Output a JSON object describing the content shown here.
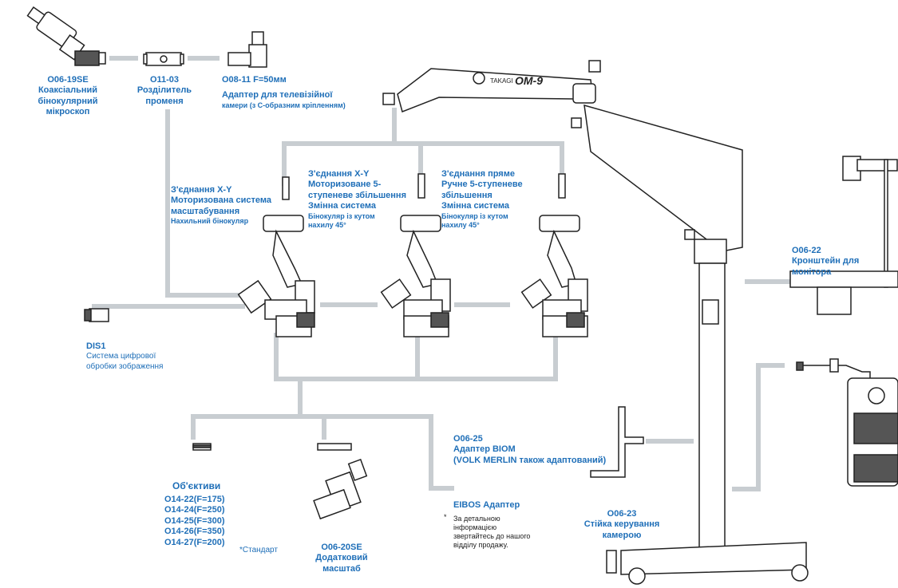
{
  "colors": {
    "accent_text": "#1f6fb8",
    "connector": "#c8cdd1",
    "drawing": "#222222"
  },
  "brand": {
    "text": "TAKAGI",
    "model": "OM-9"
  },
  "components": {
    "coaxial": {
      "code": "O06-19SE",
      "line1": "Коаксіальний",
      "line2": "бінокулярний",
      "line3": "мікроскоп"
    },
    "splitter": {
      "code": "O11-03",
      "line1": "Розділитель",
      "line2": "променя"
    },
    "tv_adapter": {
      "code": "O08-11 F=50мм",
      "line1": "Адаптер для телевізійної",
      "line2": "камери (з С-образним кріпленням)"
    },
    "xy_zoom": {
      "line1": "З'єднання X-Y",
      "line2": "Моторизована система",
      "line3": "масштабування",
      "line4": "Нахильний бінокуляр"
    },
    "xy_5step": {
      "line1": "З'єднання X-Y",
      "line2": "Моторизоване 5-",
      "line3": "ступеневе збільшення",
      "line4": "Змінна система",
      "line5": "Бінокуляр із кутом",
      "line6": "нахилу 45°"
    },
    "direct": {
      "line1": "З'єднання пряме",
      "line2": "Ручне 5-ступеневе",
      "line3": "збільшення",
      "line4": "Змінна система",
      "line5": "Бінокуляр із кутом",
      "line6": "нахилу 45°"
    },
    "monitor_bracket": {
      "code": "O06-22",
      "line1": "Кронштейн для",
      "line2": "монітора"
    },
    "dis1": {
      "code": "DIS1",
      "line1": "Система цифрової",
      "line2": "обробки зображення"
    },
    "biom": {
      "code": "O06-25",
      "line1": "Адаптер BIOM",
      "line2": "(VOLK MERLIN також адаптований)"
    },
    "eibos": {
      "title": "EIBOS Адаптер",
      "mark": "*",
      "note1": "За детальною",
      "note2": "інформацією",
      "note3": "звертайтесь до нашого",
      "note4": "відділу продажу."
    },
    "objectives": {
      "title": "Об'єктиви",
      "items": [
        "O14-22(F=175)",
        "O14-24(F=250)",
        "O14-25(F=300)",
        "O14-26(F=350)",
        "O14-27(F=200)"
      ],
      "standard_note": "*Стандарт"
    },
    "extra_zoom": {
      "code": "O06-20SE",
      "line1": "Додатковий",
      "line2": "масштаб"
    },
    "camera_stand": {
      "code": "O06-23",
      "line1": "Стійка керування",
      "line2": "камерою"
    }
  }
}
